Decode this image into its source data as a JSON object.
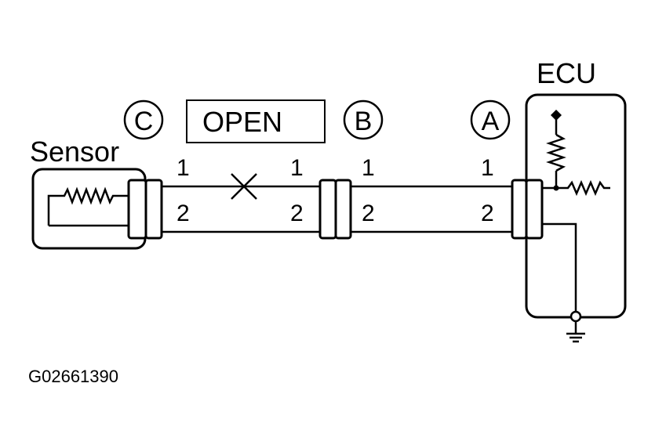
{
  "ecu_label": "ECU",
  "sensor_label": "Sensor",
  "status_label": "OPEN",
  "connectors": {
    "C": {
      "letter": "C",
      "pin1": "1",
      "pin2": "2"
    },
    "B": {
      "letter": "B",
      "pin1_left": "1",
      "pin2_left": "2",
      "pin1_right": "1",
      "pin2_right": "2"
    },
    "A": {
      "letter": "A",
      "pin1": "1",
      "pin2": "2"
    }
  },
  "figure_code": "G02661390"
}
